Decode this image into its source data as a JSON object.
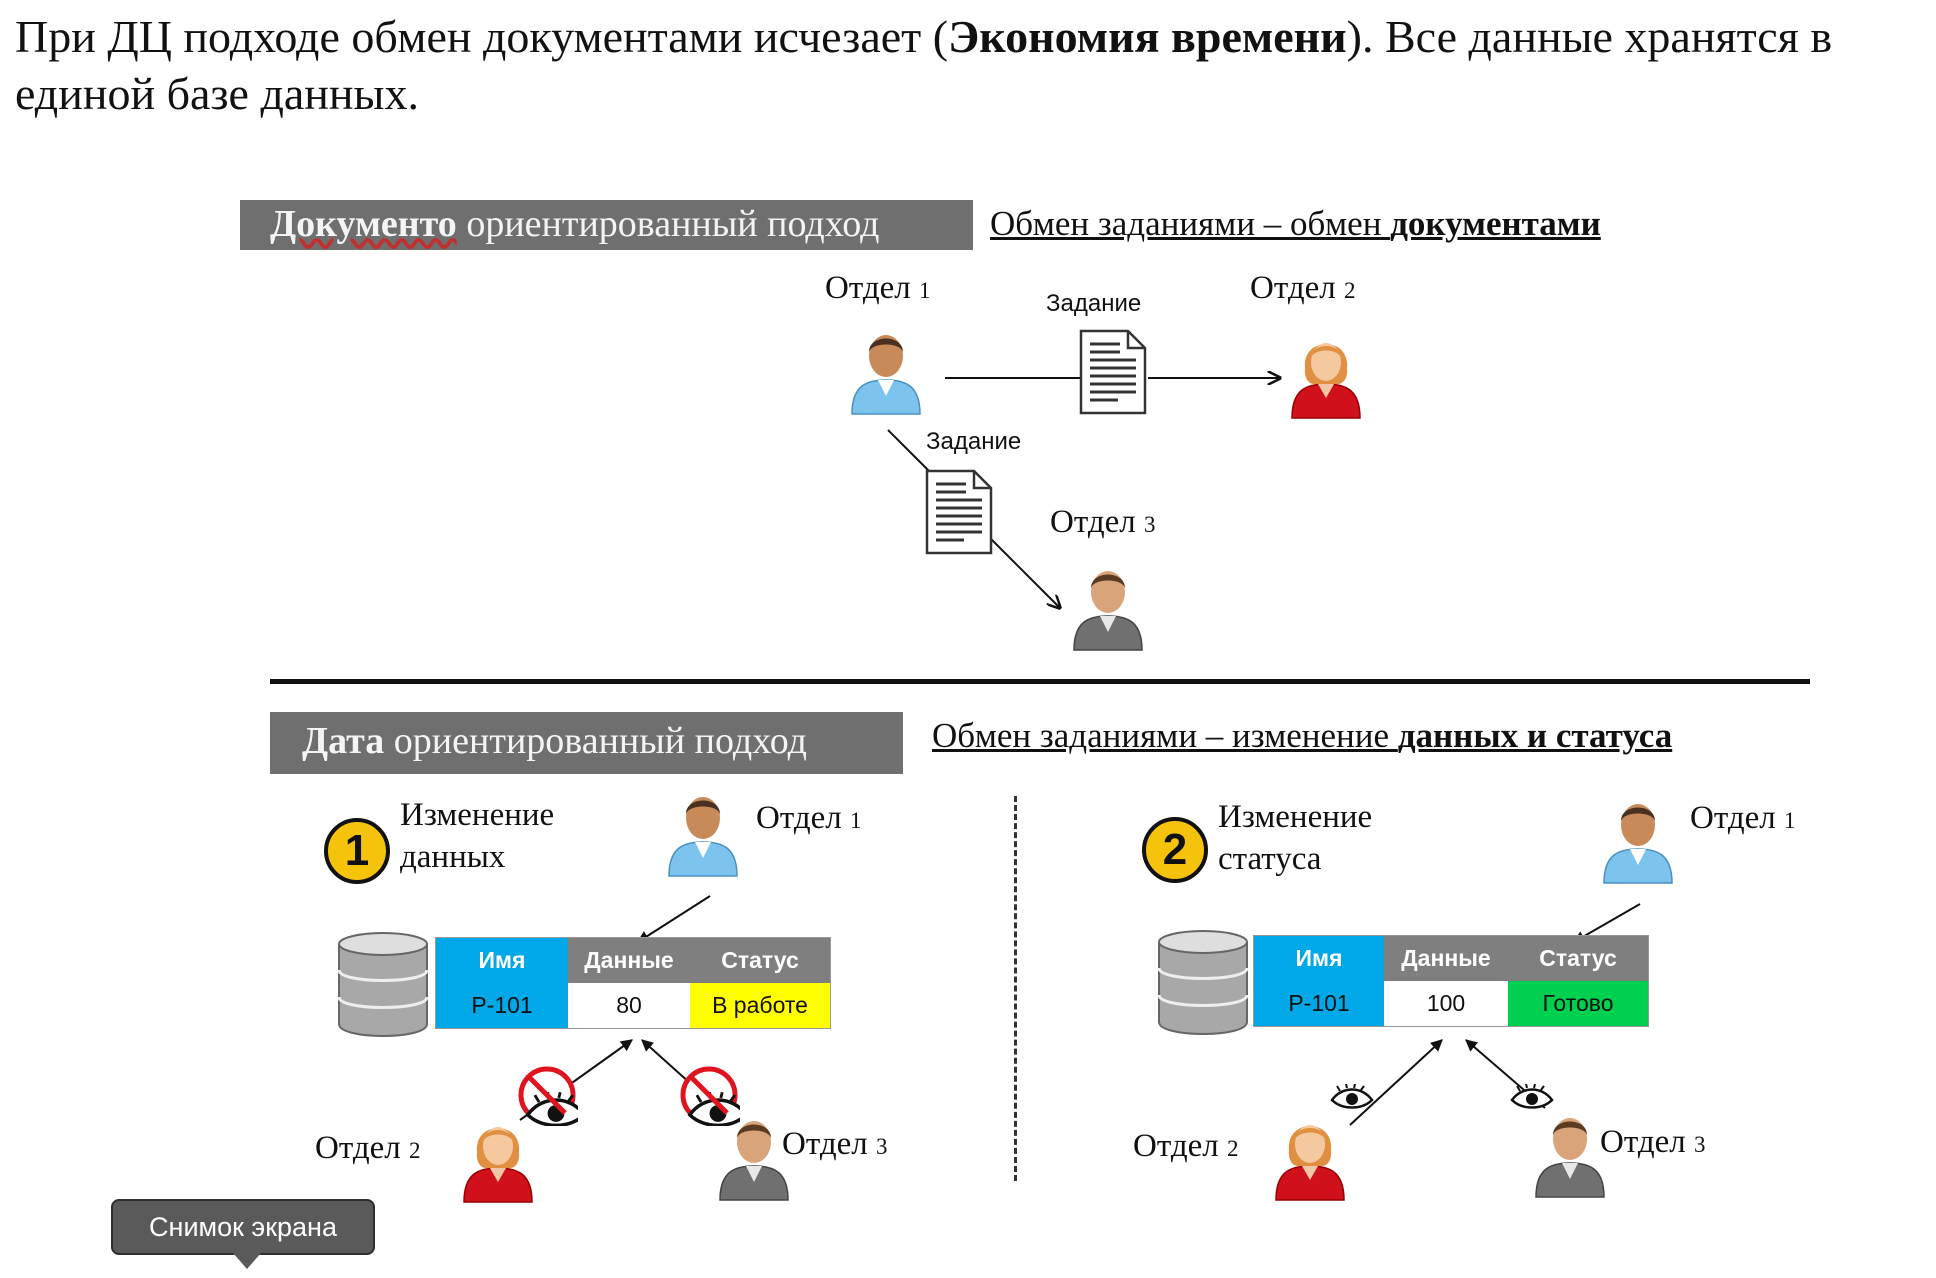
{
  "intro": {
    "part1": "При ДЦ подходе обмен документами исчезает (",
    "bold": "Экономия времени",
    "part2": "). Все данные хранятся в единой базе данных."
  },
  "doc_approach": {
    "banner_first": "Документо",
    "banner_rest": " ориентированный подход",
    "headline_plain": "Обмен заданиями – обмен ",
    "headline_bold": "документами",
    "dept1": "Отдел",
    "dept1_num": "1",
    "dept2": "Отдел",
    "dept2_num": "2",
    "dept3": "Отдел",
    "dept3_num": "3",
    "task_label_1": "Задание",
    "task_label_2": "Задание"
  },
  "data_approach": {
    "banner_first": "Дата",
    "banner_rest": " ориентированный подход",
    "headline_plain": "Обмен заданиями – изменение ",
    "headline_bold": "данных и статуса",
    "left": {
      "badge": "1",
      "caption_line1": "Изменение",
      "caption_line2": "данных",
      "dept_top": "Отдел",
      "dept_top_num": "1",
      "dept_left": "Отдел",
      "dept_left_num": "2",
      "dept_right": "Отдел",
      "dept_right_num": "3",
      "table": {
        "headers": [
          "Имя",
          "Данные",
          "Статус"
        ],
        "row": [
          "P-101",
          "80",
          "В работе"
        ],
        "status_color": "#ffff00"
      }
    },
    "right": {
      "badge": "2",
      "caption_line1": "Изменение",
      "caption_line2": "статуса",
      "dept_top": "Отдел",
      "dept_top_num": "1",
      "dept_left": "Отдел",
      "dept_left_num": "2",
      "dept_right": "Отдел",
      "dept_right_num": "3",
      "table": {
        "headers": [
          "Имя",
          "Данные",
          "Статус"
        ],
        "row": [
          "P-101",
          "100",
          "Готово"
        ],
        "status_color": "#00d050"
      }
    }
  },
  "colors": {
    "banner_bg": "#6f6f6f",
    "name_col": "#00a8e8",
    "header_gray": "#7f7f7f",
    "badge_yellow": "#f5c20c",
    "female_shirt": "#d0101a",
    "male_blue_shirt": "#7cc4ee",
    "male_gray_shirt": "#707070",
    "no_sign_red": "#e0141e"
  },
  "tooltip": {
    "label": "Снимок экрана"
  }
}
